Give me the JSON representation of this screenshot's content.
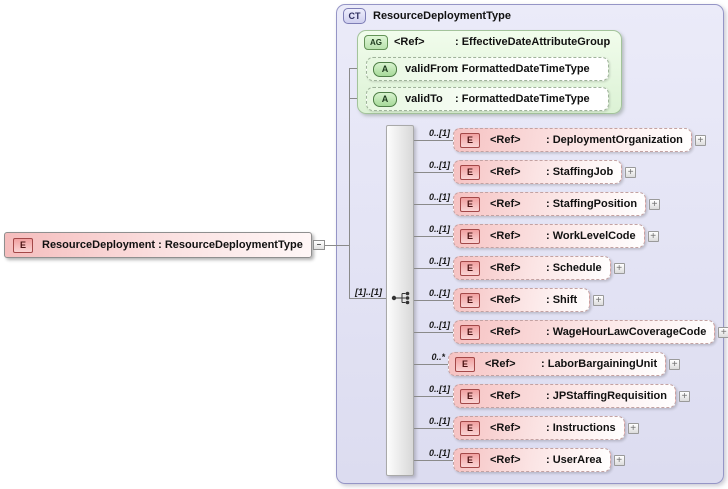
{
  "root_element": {
    "badge": "E",
    "label": "ResourceDeployment : ResourceDeploymentType"
  },
  "complex_type": {
    "badge": "CT",
    "title": "ResourceDeploymentType",
    "attribute_group": {
      "badge": "AG",
      "ref": "<Ref>",
      "name": ": EffectiveDateAttributeGroup",
      "attributes": [
        {
          "badge": "A",
          "name": "validFrom",
          "type": ": FormattedDateTimeType"
        },
        {
          "badge": "A",
          "name": "validTo",
          "type": ": FormattedDateTimeType"
        }
      ]
    },
    "sequence": {
      "cardinality": "[1]..[1]",
      "icon": "sequence-icon"
    },
    "elements": [
      {
        "cardinality": "0..[1]",
        "badge": "E",
        "ref": "<Ref>",
        "name": ": DeploymentOrganization"
      },
      {
        "cardinality": "0..[1]",
        "badge": "E",
        "ref": "<Ref>",
        "name": ": StaffingJob"
      },
      {
        "cardinality": "0..[1]",
        "badge": "E",
        "ref": "<Ref>",
        "name": ": StaffingPosition"
      },
      {
        "cardinality": "0..[1]",
        "badge": "E",
        "ref": "<Ref>",
        "name": ": WorkLevelCode"
      },
      {
        "cardinality": "0..[1]",
        "badge": "E",
        "ref": "<Ref>",
        "name": ": Schedule"
      },
      {
        "cardinality": "0..[1]",
        "badge": "E",
        "ref": "<Ref>",
        "name": ": Shift"
      },
      {
        "cardinality": "0..[1]",
        "badge": "E",
        "ref": "<Ref>",
        "name": ": WageHourLawCoverageCode"
      },
      {
        "cardinality": "0..*",
        "badge": "E",
        "ref": "<Ref>",
        "name": ": LaborBargainingUnit"
      },
      {
        "cardinality": "0..[1]",
        "badge": "E",
        "ref": "<Ref>",
        "name": ": JPStaffingRequisition"
      },
      {
        "cardinality": "0..[1]",
        "badge": "E",
        "ref": "<Ref>",
        "name": ": Instructions"
      },
      {
        "cardinality": "0..[1]",
        "badge": "E",
        "ref": "<Ref>",
        "name": ": UserArea"
      }
    ]
  },
  "ui": {
    "expand_glyph": "+",
    "collapse_glyph": "–"
  },
  "colors": {
    "element_pink": "#f6c2c2",
    "attribute_green": "#e6f7df",
    "container_lavender": "#e5e5f6",
    "badge_border_red": "#a34848",
    "line_gray": "#8a8a8a"
  }
}
